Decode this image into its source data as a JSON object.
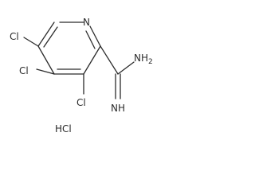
{
  "structure": {
    "atoms": {
      "nitrogen": "N",
      "amidine_amine": "NH2",
      "amidine_imine": "NH",
      "chlorine_c5": "Cl",
      "chlorine_c4": "Cl",
      "chlorine_c3": "Cl"
    },
    "salt": "HCl"
  },
  "colors": {
    "ink": "#2b2b2b",
    "background": "#ffffff"
  }
}
